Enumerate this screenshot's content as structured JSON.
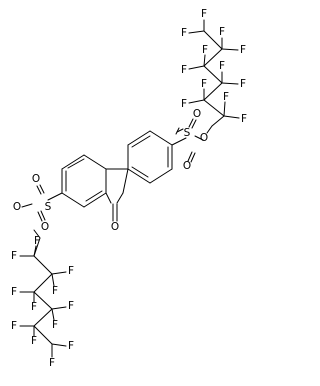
{
  "structure": {
    "core_atoms": {
      "O_ketone": "O",
      "S_right": "S",
      "O_right_top": "O",
      "O_right_bottom": "O",
      "O_right_ester": "O",
      "S_left": "S",
      "O_left_top": "O",
      "O_left_bottom": "O",
      "O_left_ester": "O"
    },
    "fluorines": [
      "F",
      "F",
      "F",
      "F",
      "F",
      "F",
      "F",
      "F",
      "F",
      "F",
      "F",
      "F",
      "F",
      "F",
      "F",
      "F",
      "F",
      "F",
      "F",
      "F",
      "F",
      "F",
      "F",
      "F"
    ]
  }
}
